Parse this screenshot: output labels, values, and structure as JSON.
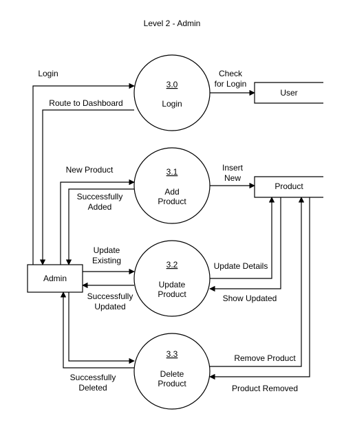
{
  "title": "Level 2 -  Admin",
  "processes": [
    {
      "id": "3.0",
      "label_lines": [
        "Login"
      ]
    },
    {
      "id": "3.1",
      "label_lines": [
        "Add",
        "Product"
      ]
    },
    {
      "id": "3.2",
      "label_lines": [
        "Update",
        "Product"
      ]
    },
    {
      "id": "3.3",
      "label_lines": [
        "Delete",
        "Product"
      ]
    }
  ],
  "entities": {
    "admin": "Admin",
    "user": "User",
    "product": "Product"
  },
  "flows": {
    "login": [
      "Login"
    ],
    "route_dashboard": [
      "Route to Dashboard"
    ],
    "check_login": [
      "Check",
      "for Login"
    ],
    "new_product": [
      "New Product"
    ],
    "successfully_added": [
      "Successfully",
      "Added"
    ],
    "insert_new": [
      "Insert",
      "New"
    ],
    "update_existing": [
      "Update",
      "Existing"
    ],
    "successfully_updated": [
      "Successfully",
      "Updated"
    ],
    "update_details": [
      "Update Details"
    ],
    "show_updated": [
      "Show Updated"
    ],
    "successfully_deleted": [
      "Successfully",
      "Deleted"
    ],
    "remove_product": [
      "Remove Product"
    ],
    "product_removed": [
      "Product Removed"
    ]
  }
}
